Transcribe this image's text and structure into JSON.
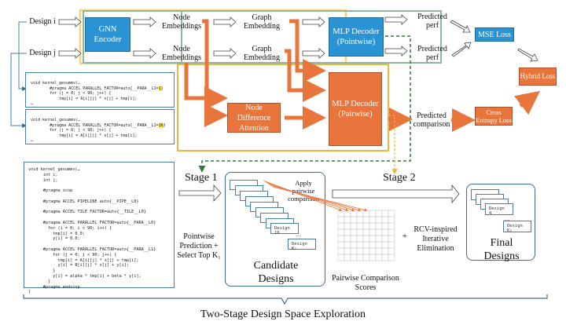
{
  "inputs": {
    "design_i": "Design i",
    "design_j": "Design j"
  },
  "model": {
    "gnn_encoder": "GNN Encoder",
    "node_embeddings": "Node\nEmbeddings",
    "node_embeddings_top": [
      "Node",
      "Embeddings"
    ],
    "graph_embedding": [
      "Graph",
      "Embedding"
    ],
    "mlp_pointwise": [
      "MLP Decoder",
      "(Pointwise)"
    ],
    "mlp_pairwise": [
      "MLP Decoder",
      "(Pairwise)"
    ],
    "node_diff_attention": [
      "Node Difference",
      "Attention"
    ],
    "predicted_perf": [
      "Predicted",
      "perf"
    ],
    "predicted_comparison": [
      "Predicted",
      "comparison"
    ],
    "mse_loss": "MSE Loss",
    "cross_entropy_loss": [
      "Cross",
      "Entropy Loss"
    ],
    "hybrid_loss": "Hybrid Loss"
  },
  "code_snippets": {
    "design_i": {
      "lines": [
        "void kernel_gesummv(…",
        "        #pragma ACCEL PARALLEL FACTOR=auto{__PARA__L1=",
        "        for (j = 0; j < 90; j++) {",
        "            tmp[i] = A[i][j] * x[j] + tmp[i];",
        "…"
      ],
      "highlight": "1",
      "suffix": "}"
    },
    "design_j": {
      "lines": [
        "void kernel_gesummv(…",
        "        #pragma ACCEL PARALLEL FACTOR=auto{__PARA__L1=",
        "        for (j = 0; j < 90; j++) {",
        "            tmp[i] = A[i][j] * x[j] + tmp[i];",
        "…"
      ],
      "highlight": "16",
      "suffix": "}"
    },
    "full_kernel": "void kernel_gesummv(…\n      int i;\n      int j;\n\n      #pragma scop\n\n      #pragma ACCEL PIPELINE auto{__PIPE__L0}\n\n      #pragma ACCEL TILE FACTOR=auto{__TILE__L0}\n\n      #pragma ACCEL PARALLEL FACTOR=auto{__PARA__L0}\n        for (i = 0; i < 90; i++) {\n          tmp[i] = 0.0;\n          y[i] = 0.0;\n\n      #pragma ACCEL PARALLEL FACTOR=auto{__PARA__L1}\n          for (j = 0; j < 90; j++) {\n            tmp[i] = A[i][j] * x[j] + tmp[i];\n            y[i] = B[i][j] * x[j] + y[i];\n          }\n          y[i] = alpha * tmp[i] + beta * y[i];\n        }\n      #pragma endscop\n}"
  },
  "pipeline": {
    "stage1": "Stage 1",
    "stage1_desc": [
      "Pointwise",
      "Prediction  +",
      "Select Top K₁"
    ],
    "candidate_designs": [
      "Candidate",
      "Designs"
    ],
    "apply_pairwise": [
      "Apply pairwise",
      "comparison"
    ],
    "design_10": "Design 10",
    "design_k1": "Design K₁",
    "pairwise_scores": [
      "Pairwise Comparison",
      "Scores"
    ],
    "plus": "+",
    "stage2": "Stage 2",
    "rcv_desc": [
      "RCV-inspired",
      "Iterative",
      "Elimination"
    ],
    "design_4": "Design 4",
    "design_k2": "Design K₂",
    "final_designs": [
      "Final",
      "Designs"
    ],
    "ellipsis": "…"
  },
  "footer": {
    "title": "Two-Stage Design Space Exploration"
  },
  "colors": {
    "blue": "#2a93d4",
    "orange": "#e8753c",
    "green_frame": "#8fb89a",
    "yellow_frame": "#f0b43c",
    "green_dashed": "#2f7d32",
    "highlight": "#ffe13a"
  }
}
